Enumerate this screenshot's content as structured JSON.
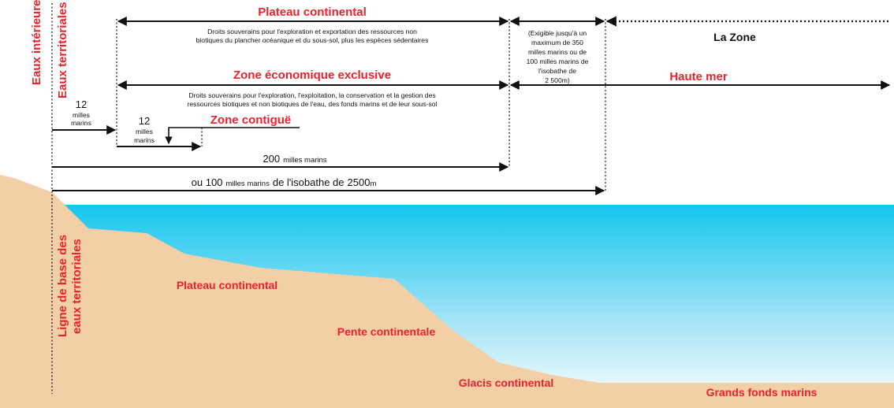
{
  "colors": {
    "sea_top": "#15c6ee",
    "sea_bottom": "#ffffff",
    "land": "#f3cfa8",
    "label_red": "#e8232d",
    "text_black": "#111111"
  },
  "vertical_labels": {
    "eaux_interieures": "Eaux intérieures",
    "eaux_territoriales": "Eaux territoriales",
    "ligne_de_base_1": "Ligne de base des",
    "ligne_de_base_2": "eaux territoriales"
  },
  "zones": {
    "plateau_continental": {
      "title": "Plateau continental",
      "desc_line1": "Droits souverains pour l'exploration et exportation des ressources non",
      "desc_line2": "biotiques du plancher océanique et du sous-sol, plus les espèces sédentaires"
    },
    "exigible": {
      "line1": "(Exigible jusqu'à un",
      "line2": "maximum de 350",
      "line3": "milles marins ou de",
      "line4": "100 milles marins de",
      "line5": "l'isobathe de",
      "line6": "2 500m)"
    },
    "la_zone": "La Zone",
    "zee": {
      "title": "Zone économique exclusive",
      "desc_line1": "Droits souverains pour l'exploration, l'exploitation, la conservation et la gestion des",
      "desc_line2": "ressources biotiques et non biotiques de l'eau, des fonds marins et de leur sous-sol"
    },
    "haute_mer": "Haute mer",
    "zone_contigue": "Zone contiguë"
  },
  "distances": {
    "territorial": {
      "number": "12",
      "unit1": "milles",
      "unit2": "marins"
    },
    "contigue": {
      "number": "12",
      "unit1": "milles",
      "unit2": "marins"
    },
    "d200": {
      "number": "200",
      "unit": "milles marins"
    },
    "d100": {
      "prefix": "ou 100",
      "unit": "milles marins",
      "mid": "de l'isobathe de",
      "number": "2500",
      "suffix": "m"
    }
  },
  "seabed": {
    "plateau": "Plateau continental",
    "pente": "Pente continentale",
    "glacis": "Glacis continental",
    "grands_fonds": "Grands fonds marins"
  }
}
